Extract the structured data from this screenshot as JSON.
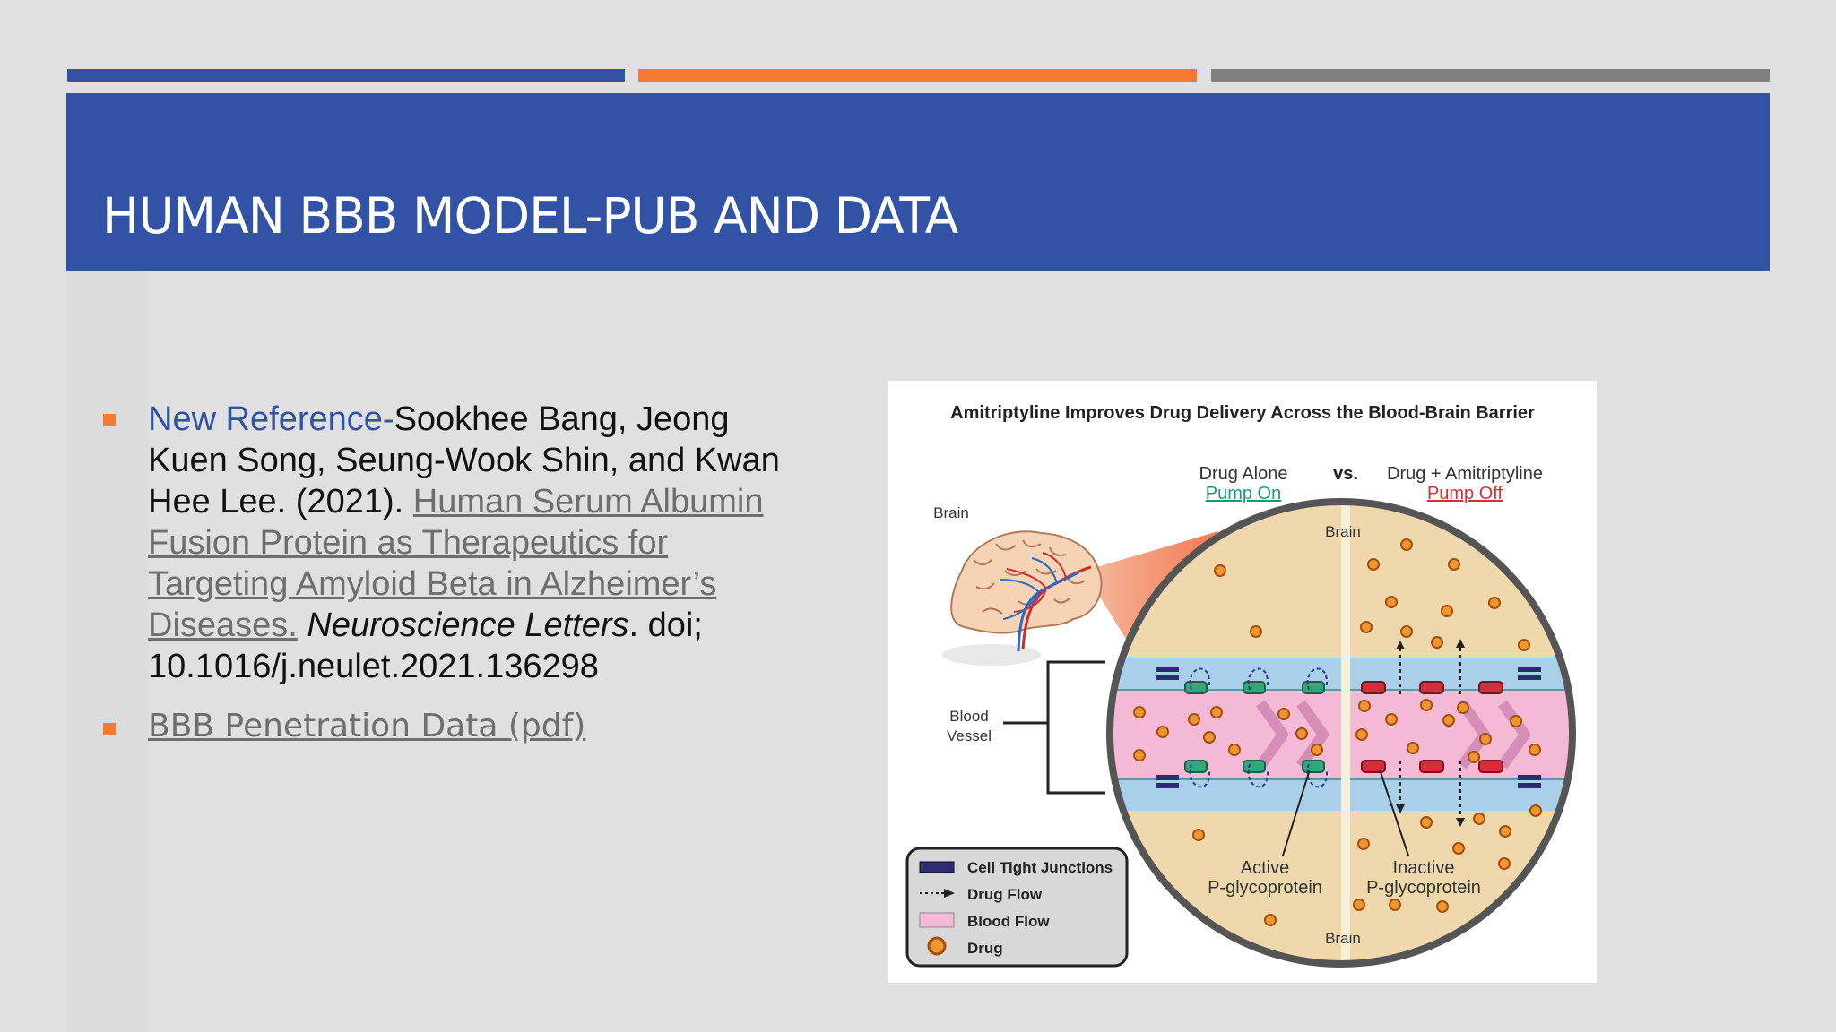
{
  "slide": {
    "title": "HUMAN BBB MODEL-PUB AND DATA",
    "accent_colors": {
      "blue": "#3253a5",
      "orange": "#f47a32",
      "gray": "#808080"
    }
  },
  "reference": {
    "prefix": "New Reference-",
    "authors": "Sookhee Bang, Jeong Kuen Song, Seung-Wook Shin, and Kwan Hee Lee. (2021).",
    "article_link": "Human Serum Albumin Fusion Protein as Therapeutics for Targeting Amyloid Beta in Alzheimer’s Diseases.",
    "journal": "Neuroscience Letters",
    "doi": ". doi; 10.1016/j.neulet.2021.136298"
  },
  "data_link": "BBB Penetration Data (pdf)",
  "figure": {
    "title": "Amitriptyline Improves Drug Delivery Across the Blood-Brain Barrier",
    "left_heading": "Drug Alone",
    "left_status": "Pump On",
    "vs": "vs.",
    "right_heading": "Drug + Amitriptyline",
    "right_status": "Pump Off",
    "brain_label": "Brain",
    "brain_top": "Brain",
    "brain_bottom": "Brain",
    "vessel_label_1": "Blood",
    "vessel_label_2": "Vessel",
    "active_1": "Active",
    "active_2": "P-glycoprotein",
    "inactive_1": "Inactive",
    "inactive_2": "P-glycoprotein",
    "legend": [
      "Cell Tight Junctions",
      "Drug Flow",
      "Blood Flow",
      "Drug"
    ]
  }
}
